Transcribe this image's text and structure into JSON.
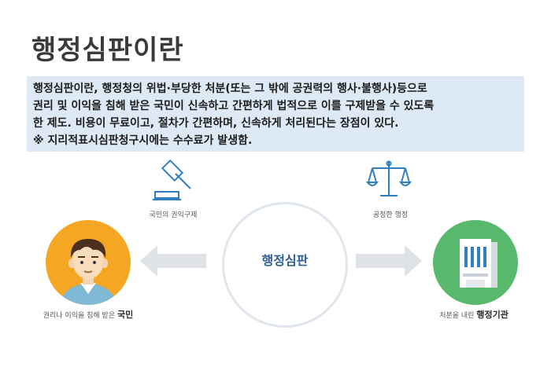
{
  "title": "행정심판이란",
  "description": {
    "lines": [
      "행정심판이란, 행정청의 위법·부당한 처분(또는 그 밖에 공권력의 행사·불행사)등으로",
      "권리 및 이익을 침해 받은 국민이 신속하고 간편하게 법적으로 이를 구제받을 수 있도록",
      "한 제도. 비용이 무료이고, 절차가 간편하며, 신속하게 처리된다는 장점이 있다.",
      "※ 지리적표시심판청구시에는 수수료가 발생함."
    ]
  },
  "diagram": {
    "center": "행정심판",
    "left_top_label": "국민의 권익구제",
    "right_top_label": "공정한 행정",
    "citizen_label_prefix": "권리나 이익을 침해 받은",
    "citizen_label_main": "국민",
    "agency_label_prefix": "처분을 내린",
    "agency_label_main": "행정기관"
  },
  "colors": {
    "citizen_circle": "#f5a623",
    "agency_circle": "#58b86b",
    "arrow": "#dfe3e8",
    "icon_blue": "#2f7fc1",
    "desc_bg": "#dde9f4"
  },
  "icons": [
    "gavel-icon",
    "scales-icon",
    "citizen-avatar-icon",
    "building-icon",
    "arrow-left-icon",
    "arrow-right-icon"
  ]
}
